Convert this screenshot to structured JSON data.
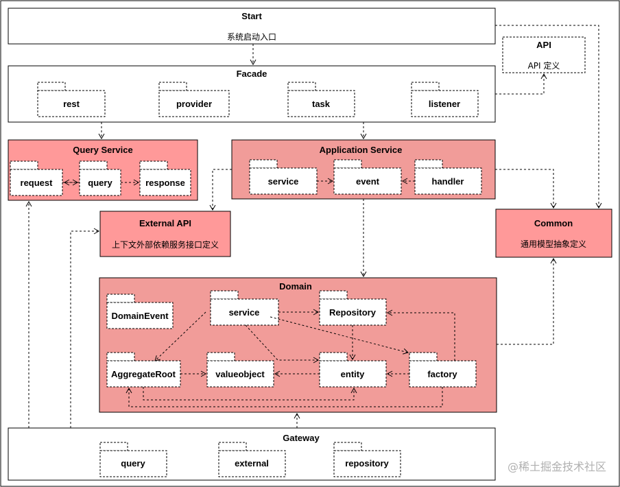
{
  "start": {
    "title": "Start",
    "subtitle": "系统启动入口"
  },
  "api": {
    "title": "API",
    "subtitle": "API 定义"
  },
  "facade": {
    "title": "Facade",
    "packages": [
      "rest",
      "provider",
      "task",
      "listener"
    ]
  },
  "query_service": {
    "title": "Query Service",
    "packages": [
      "request",
      "query",
      "response"
    ]
  },
  "application_service": {
    "title": "Application Service",
    "packages": [
      "service",
      "event",
      "handler"
    ]
  },
  "external_api": {
    "title": "External API",
    "subtitle": "上下文外部依赖服务接口定义"
  },
  "common": {
    "title": "Common",
    "subtitle": "通用模型抽象定义"
  },
  "domain": {
    "title": "Domain",
    "packages": [
      "DomainEvent",
      "service",
      "Repository",
      "AggregateRoot",
      "valueobject",
      "entity",
      "factory"
    ]
  },
  "gateway": {
    "title": "Gateway",
    "packages": [
      "query",
      "external",
      "repository"
    ]
  },
  "watermark": "@稀土掘金技术社区",
  "colors": {
    "layer_fill": "#f19c99",
    "highlight_fill": "#ff9999",
    "line": "#000000"
  }
}
